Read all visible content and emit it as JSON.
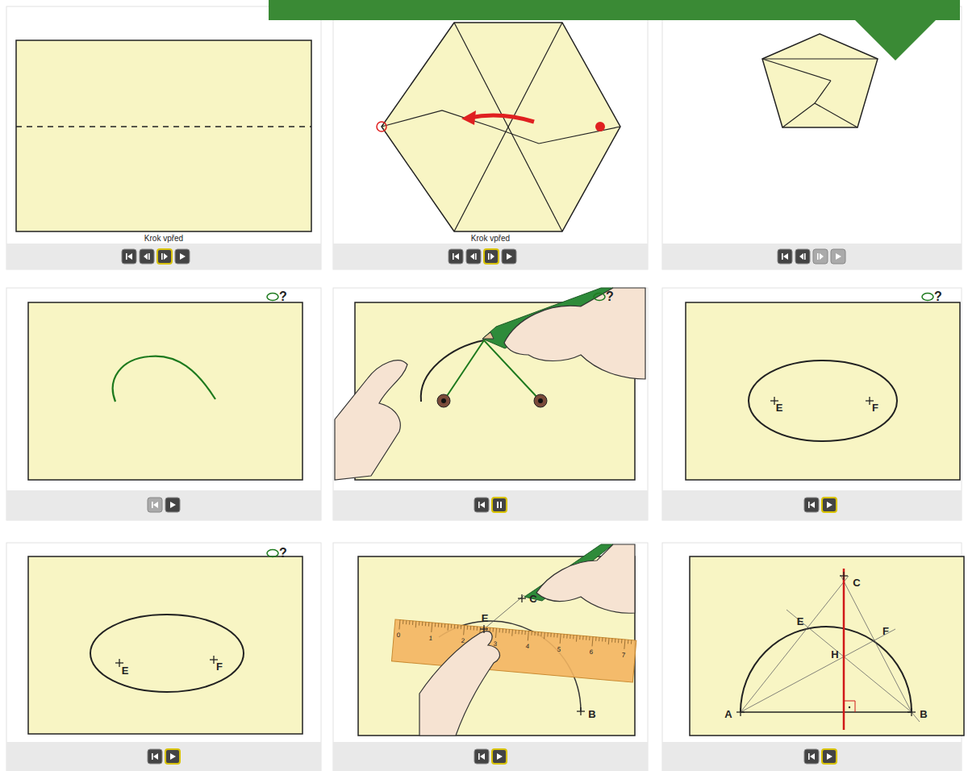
{
  "diagram": {
    "labels": [
      "Krok vpřed",
      "Krok vpřed",
      "?",
      "?",
      "?",
      "E",
      "F",
      "?",
      "E",
      "F",
      "C",
      "E",
      "B",
      "0",
      "1",
      "2",
      "3",
      "4",
      "5",
      "6",
      "7",
      "C",
      "E",
      "F",
      "H",
      "A",
      "B"
    ]
  }
}
